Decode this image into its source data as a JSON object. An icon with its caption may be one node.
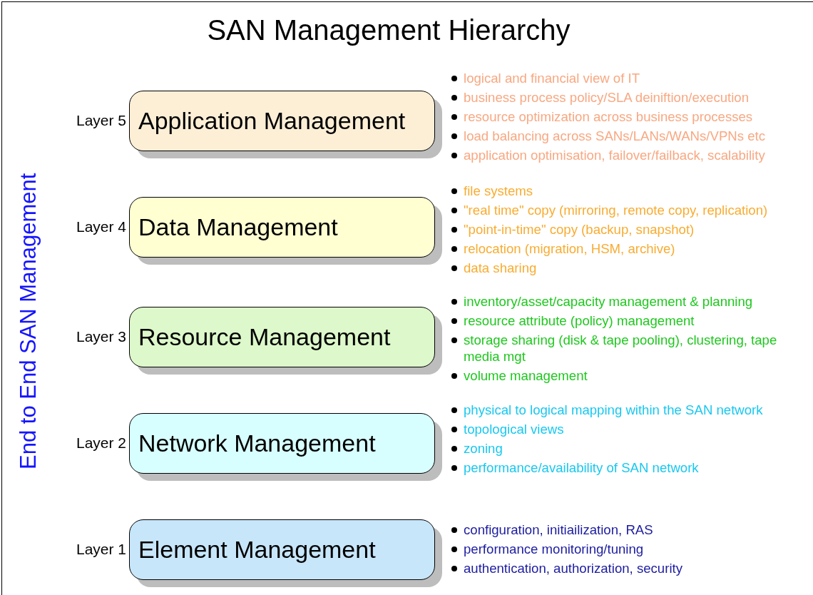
{
  "diagram": {
    "title": "SAN Management Hierarchy",
    "nodes": [
      {
        "text": [
          "Application Management"
        ],
        "beside": [
          "Layer 5",
          "logical and financial view of IT",
          "business process policy/SLA deiniftion/execution",
          "resource optimization across business processes",
          "load balancing across SANs/LANs/WANs/VPNs etc",
          "application optimisation, failover/failback, scalability"
        ]
      },
      {
        "text": [
          "Data Management"
        ],
        "beside": [
          "Layer 4",
          "file systems",
          "\"real time\" copy (mirroring, remote copy, replication)",
          "\"point-in-time\" copy (backup, snapshot)",
          "relocation (migration, HSM, archive)",
          "data sharing"
        ]
      },
      {
        "text": [
          "Resource Management"
        ],
        "beside": [
          "Layer 3",
          "inventory/asset/capacity management & planning",
          "resource attribute (policy) management",
          "storage sharing (disk & tape pooling), clustering, tape media mgt",
          "volume management"
        ]
      },
      {
        "text": [
          "Network Management"
        ],
        "beside": [
          "Layer 2",
          "physical to logical mapping within the SAN network",
          "topological views",
          "zoning",
          "performance/availability of SAN network"
        ]
      },
      {
        "text": [
          "Element Management"
        ],
        "beside": [
          "Layer 1",
          "configuration, initiailization, RAS",
          "performance monitoring/tuning",
          "authentication, authorization, security"
        ]
      }
    ],
    "labels": [
      "End to End SAN Management"
    ]
  }
}
